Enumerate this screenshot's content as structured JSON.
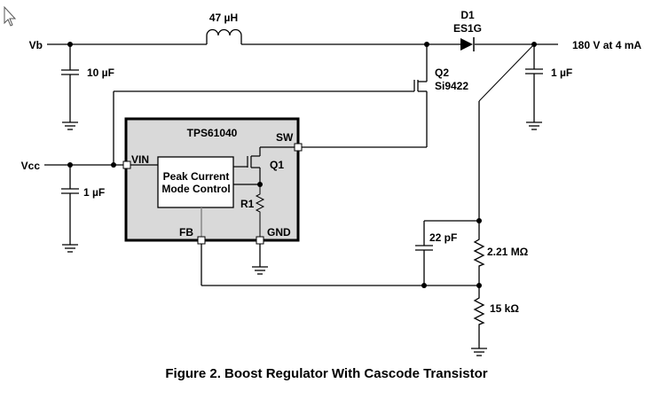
{
  "figure": {
    "caption": "Figure 2. Boost Regulator With Cascode Transistor"
  },
  "nodes": {
    "vb": "Vb",
    "vcc": "Vcc",
    "output": "180 V at 4 mA"
  },
  "components": {
    "inductor": {
      "value": "47 µH"
    },
    "c_in": {
      "value": "10 µF"
    },
    "c_vcc": {
      "value": "1 µF"
    },
    "c_out": {
      "value": "1 µF"
    },
    "c_ff": {
      "value": "22 pF"
    },
    "diode": {
      "ref": "D1",
      "part": "ES1G"
    },
    "q2": {
      "ref": "Q2",
      "part": "Si9422"
    },
    "r_top": {
      "value": "2.21 MΩ"
    },
    "r_bot": {
      "value": "15 kΩ"
    }
  },
  "ic": {
    "name": "TPS61040",
    "block_line1": "Peak Current",
    "block_line2": "Mode Control",
    "q1": "Q1",
    "r1": "R1",
    "pins": {
      "vin": "VIN",
      "sw": "SW",
      "fb": "FB",
      "gnd": "GND"
    }
  }
}
